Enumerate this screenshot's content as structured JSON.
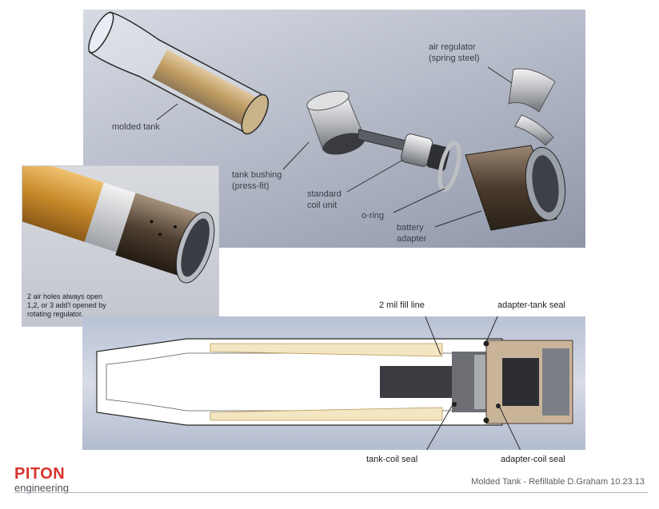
{
  "exploded_view": {
    "labels": {
      "air_regulator": "air regulator\n(spring steel)",
      "molded_tank": "molded tank",
      "tank_bushing": "tank bushing\n(press-fit)",
      "standard_coil_unit": "standard\ncoil unit",
      "o_ring": "o-ring",
      "battery_adapter": "battery\nadapter"
    }
  },
  "inset": {
    "note": "2 air holes always open\n1,2, or 3 add'l opened by\nrotating regulator."
  },
  "section_view": {
    "labels": {
      "fill_line": "2 mil fill line",
      "adapter_tank_seal": "adapter-tank seal",
      "tank_coil_seal": "tank-coil seal",
      "adapter_coil_seal": "adapter-coil seal"
    }
  },
  "footer": {
    "brand": "PITON",
    "brand_sub": "engineering",
    "caption": "Molded Tank - Refillable  D.Graham  10.23.13"
  },
  "colors": {
    "brand_red": "#d7332b",
    "tank_amber": "#c9912e",
    "bushing_gray": "#c8c9cc",
    "adapter_bronze": "#5a4a3a"
  }
}
